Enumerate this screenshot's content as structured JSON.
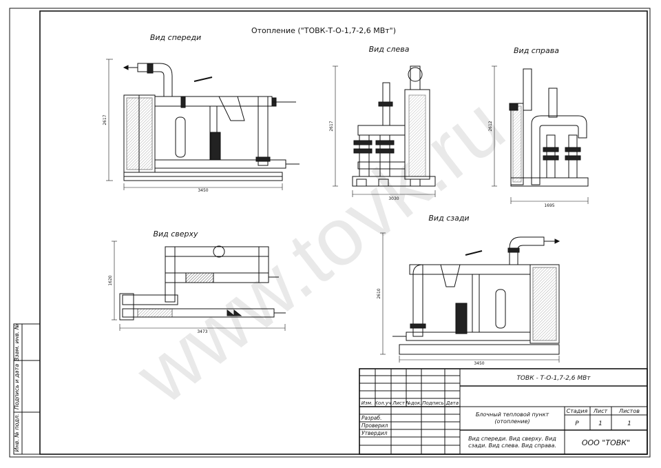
{
  "title": "Отопление (\"ТОВК-Т-О-1,7-2,6 МВт\")",
  "views": {
    "front": "Вид спереди",
    "left": "Вид слева",
    "right": "Вид справа",
    "top": "Вид сверху",
    "back": "Вид сзади"
  },
  "dimensions": {
    "front_width": "3450",
    "front_height": "2617",
    "left_width": "3030",
    "left_height": "2617",
    "right_width": "1695",
    "right_height": "2612",
    "top_width": "3473",
    "top_height": "1620",
    "back_width": "3450",
    "back_height": "2610"
  },
  "side_stamp": {
    "col1": "Взам. инв. №",
    "col2": "Подпись и дата",
    "col3": "Инв. № подл."
  },
  "title_block": {
    "doc_code": "ТОВК - Т-О-1,7-2,6 МВт",
    "header_cols": [
      "Изм.",
      "Кол.уч",
      "Лист",
      "№док.",
      "Подпись",
      "Дата"
    ],
    "roles": [
      "Разраб.",
      "Проверил",
      "Утвердил"
    ],
    "product": "Блочный тепловой пункт (отопление)",
    "product_line1": "Блочный тепловой пункт",
    "product_line2": "(отопление)",
    "sheet_desc_line1": "Вид спереди. Вид сверху. Вид",
    "sheet_desc_line2": "сзади. Вид слева. Вид справа.",
    "stage_label": "Стадия",
    "sheet_label": "Лист",
    "sheets_label": "Листов",
    "stage_value": "Р",
    "sheet_value": "1",
    "sheets_value": "1",
    "company": "ООО \"ТОВК\""
  },
  "watermark": "www.tovk.ru",
  "colors": {
    "ink": "#111111",
    "watermark": "#e9e9e9"
  }
}
